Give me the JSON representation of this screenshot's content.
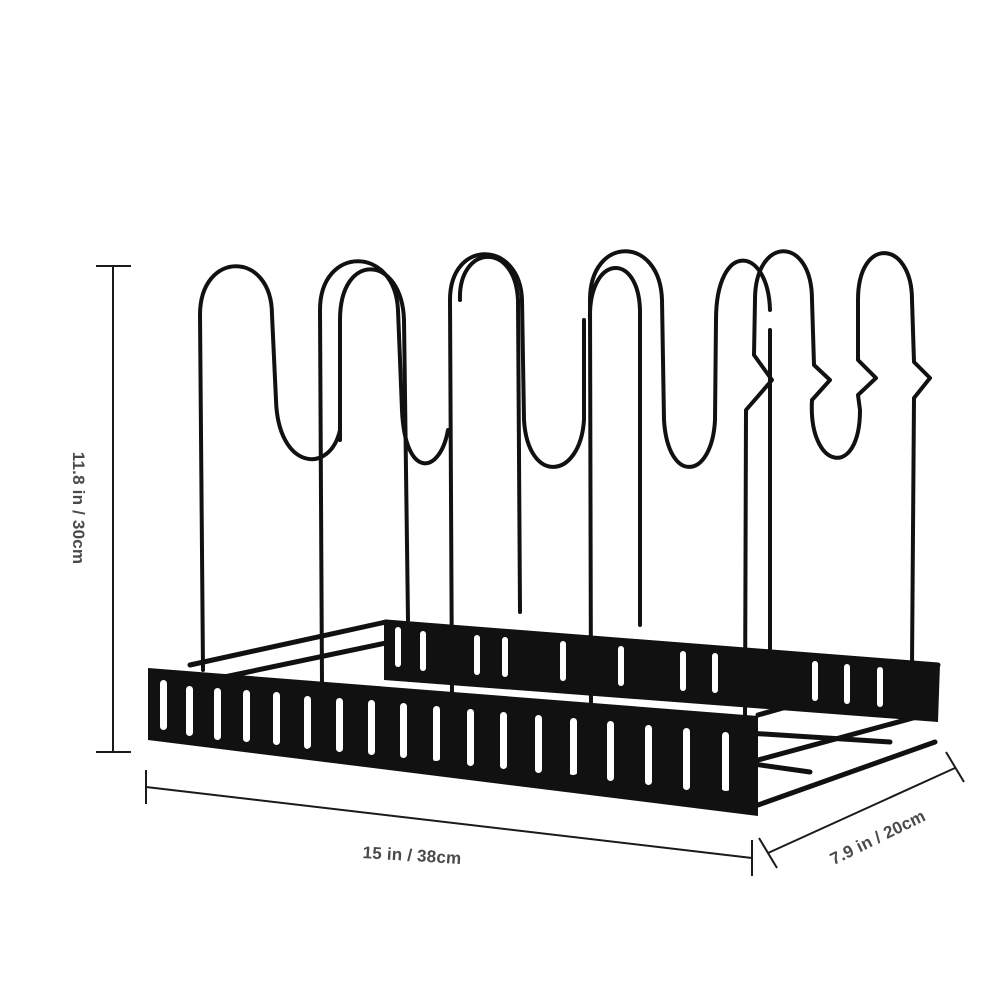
{
  "product": {
    "name": "Pan and pot lid organizer rack",
    "color": "#111111",
    "dividers_count": 7,
    "base_slot_color": "#ffffff"
  },
  "dimensions": {
    "height": {
      "label": "11.8 in / 30cm",
      "inches": 11.8,
      "cm": 30
    },
    "width": {
      "label": "15 in / 38cm",
      "inches": 15,
      "cm": 38
    },
    "depth": {
      "label": "7.9 in / 20cm",
      "inches": 7.9,
      "cm": 20
    }
  },
  "colors": {
    "background": "#ffffff",
    "rack": "#111111",
    "dimension_line": "#1a1a1a",
    "dimension_text": "#4a4a4a"
  }
}
